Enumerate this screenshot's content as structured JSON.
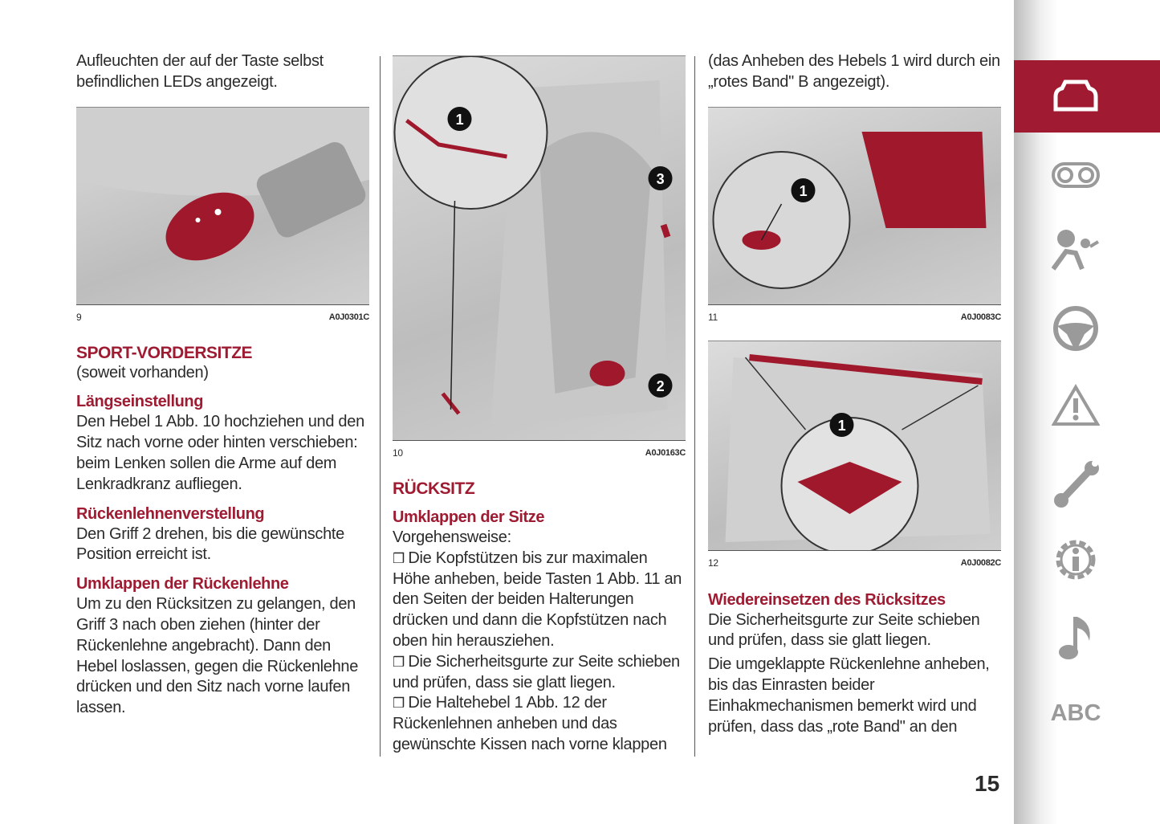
{
  "col1": {
    "intro": "Aufleuchten der auf der Taste selbst befindlichen LEDs angezeigt.",
    "fig": {
      "number": "9",
      "code": "A0J0301C"
    },
    "title": "SPORT-VORDERSITZE",
    "subtitle": "(soweit vorhanden)",
    "sections": [
      {
        "heading": "Längseinstellung",
        "text": "Den Hebel 1 Abb. 10 hochziehen und den Sitz nach vorne oder hinten verschieben: beim Lenken sollen die Arme auf dem Lenkradkranz aufliegen."
      },
      {
        "heading": "Rückenlehnenverstellung",
        "text": "Den Griff 2 drehen, bis die gewünschte Position erreicht ist."
      },
      {
        "heading": "Umklappen der Rückenlehne",
        "text": "Um zu den Rücksitzen zu gelangen, den Griff 3 nach oben ziehen (hinter der Rückenlehne angebracht). Dann den Hebel loslassen, gegen die Rückenlehne drücken und den Sitz nach vorne laufen lassen."
      }
    ]
  },
  "col2": {
    "fig": {
      "number": "10",
      "code": "A0J0163C",
      "callouts": [
        "1",
        "2",
        "3"
      ]
    },
    "title": "RÜCKSITZ",
    "heading": "Umklappen der Sitze",
    "intro": "Vorgehensweise:",
    "bullets": [
      "Die Kopfstützen bis zur maximalen Höhe anheben, beide Tasten 1 Abb. 11 an den Seiten der beiden Halterungen drücken und dann die Kopfstützen nach oben hin herausziehen.",
      "Die Sicherheitsgurte zur Seite schieben und prüfen, dass sie glatt liegen.",
      "Die Haltehebel 1 Abb. 12 der Rückenlehnen anheben und das gewünschte Kissen nach vorne klappen"
    ]
  },
  "col3": {
    "intro": "(das Anheben des Hebels 1 wird durch ein „rotes Band\" B angezeigt).",
    "fig11": {
      "number": "11",
      "code": "A0J0083C",
      "callout": "1"
    },
    "fig12": {
      "number": "12",
      "code": "A0J0082C",
      "callout": "1"
    },
    "heading": "Wiedereinsetzen des Rücksitzes",
    "paragraphs": [
      "Die Sicherheitsgurte zur Seite schieben und prüfen, dass sie glatt liegen.",
      "Die umgeklappte Rückenlehne anheben, bis das Einrasten beider Einhakmechanismen bemerkt wird und prüfen, dass das „rote Band\" an den"
    ]
  },
  "sidebar": {
    "items": [
      "car-icon",
      "dashboard-icon",
      "airbag-icon",
      "steering-wheel-icon",
      "warning-icon",
      "wrench-icon",
      "info-gear-icon",
      "music-note-icon",
      "abc-index"
    ],
    "abc_label": "ABC",
    "active": "car-icon"
  },
  "page_number": "15",
  "colors": {
    "accent": "#9e1b32",
    "sidebar_active": "#a01a32",
    "icon": "#9a9a9a"
  }
}
